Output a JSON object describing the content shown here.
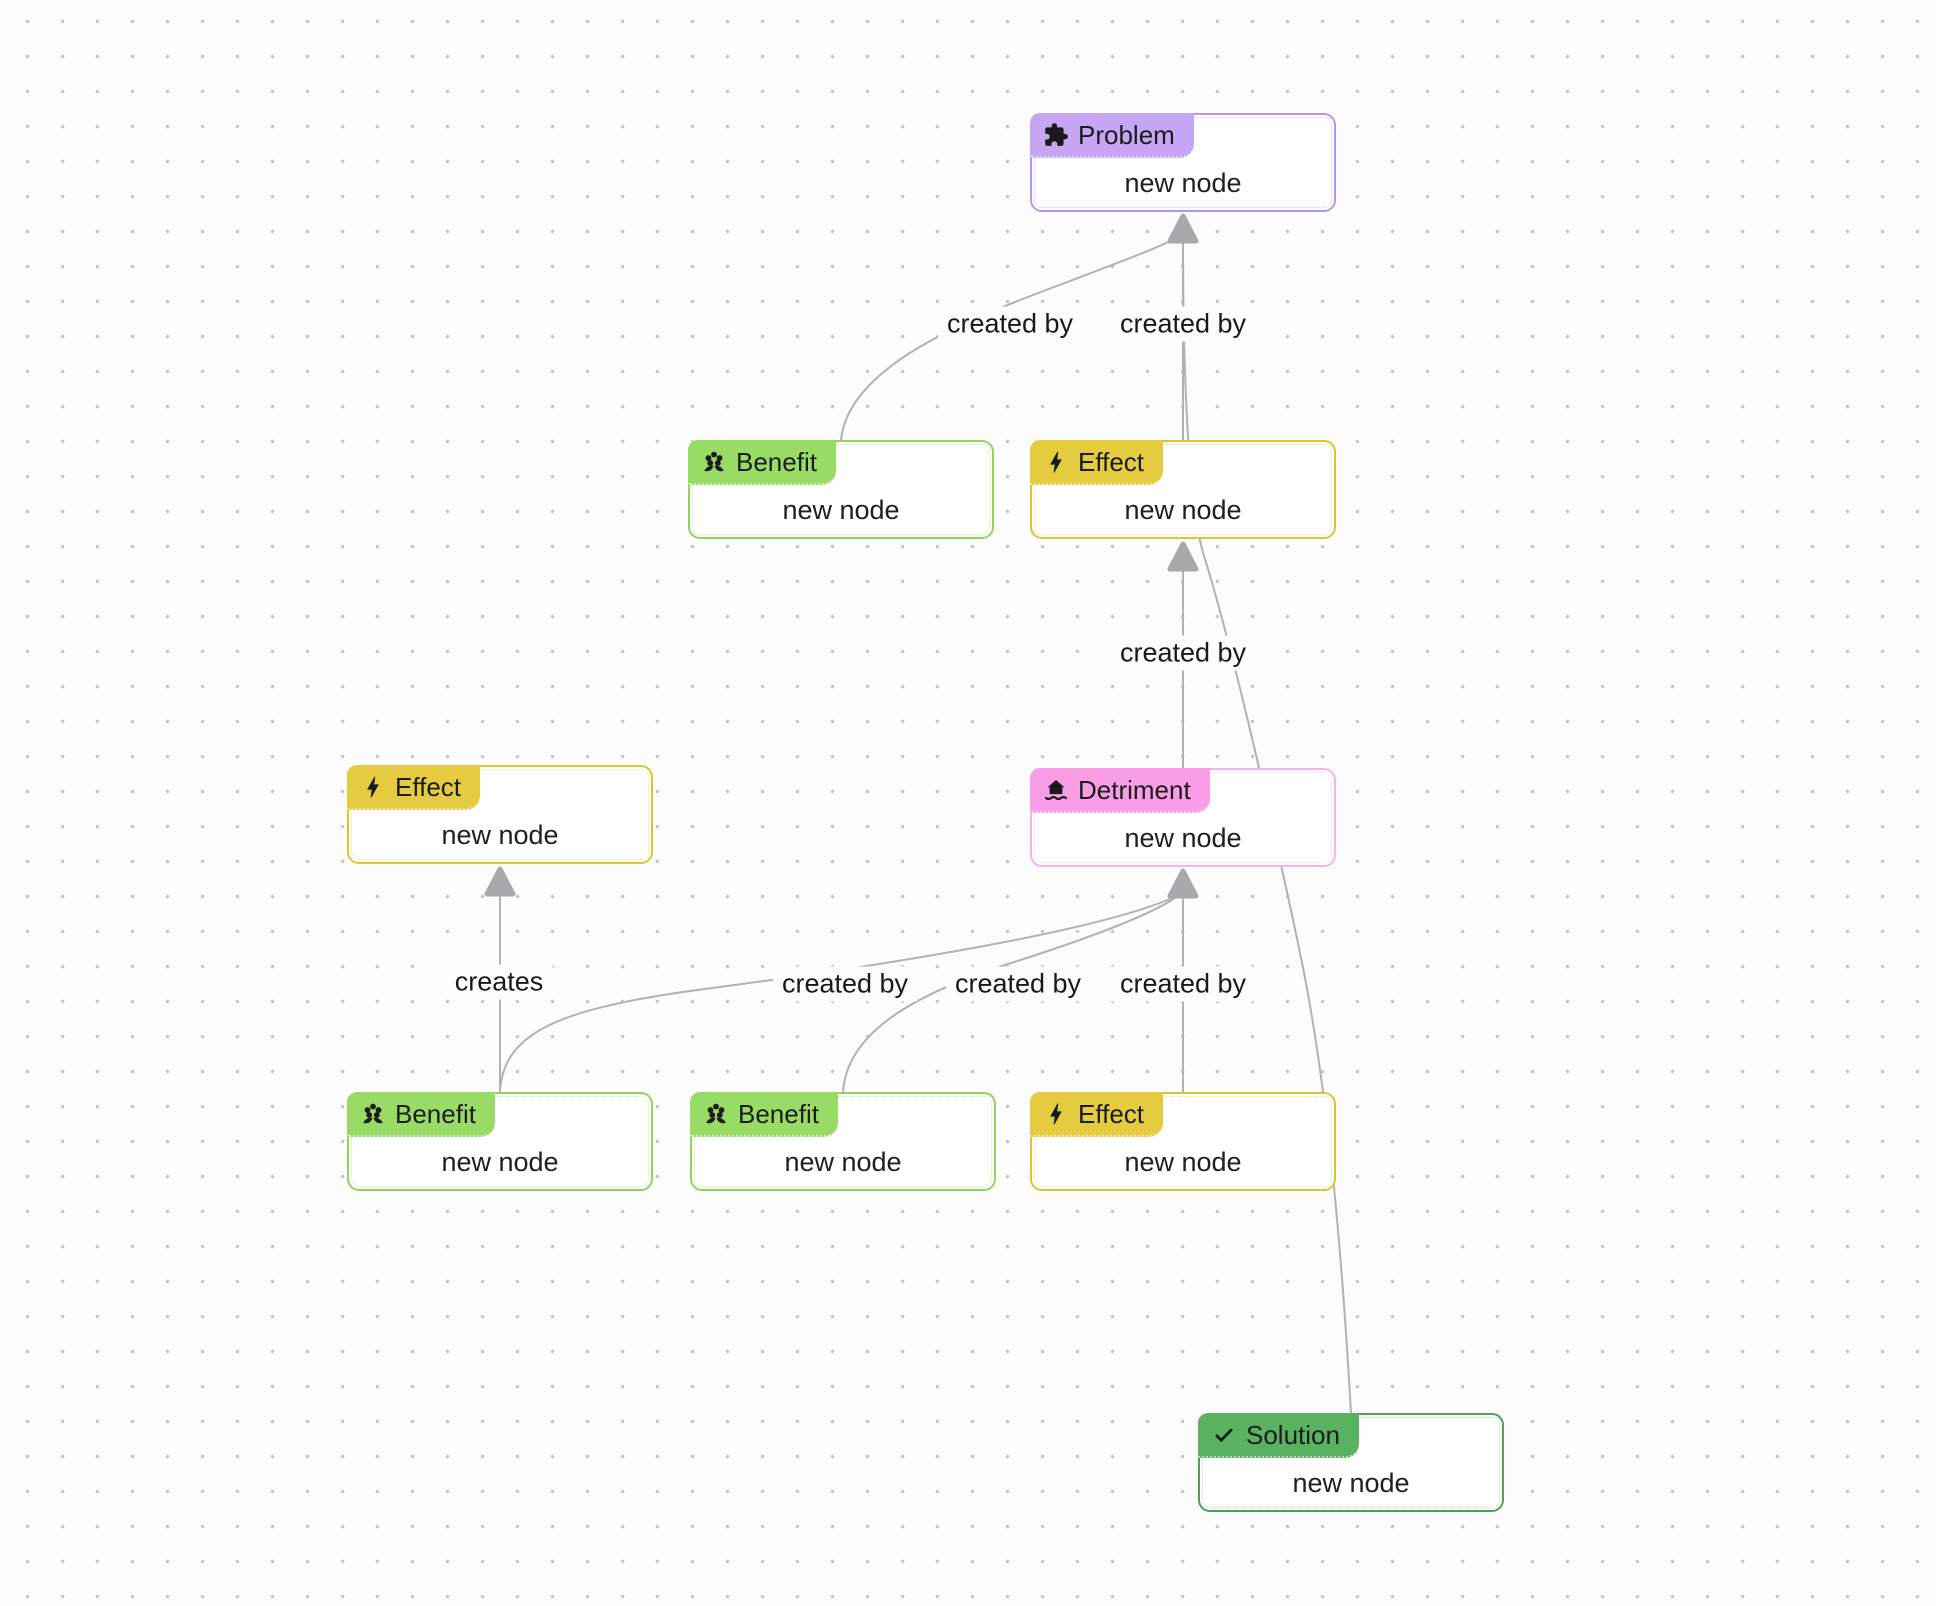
{
  "canvas": {
    "background_color": "#fcfcfd",
    "grid_dot_color": "#c7c7ca",
    "edge_color": "#b2b2b5",
    "arrow_color": "#a9a9ac"
  },
  "node_types": {
    "problem": {
      "label": "Problem",
      "icon": "puzzle-icon",
      "border_color": "#b993f2",
      "badge_color": "#c6a6f4"
    },
    "benefit": {
      "label": "Benefit",
      "icon": "flower-icon",
      "border_color": "#8fd55d",
      "badge_color": "#98dc66"
    },
    "effect": {
      "label": "Effect",
      "icon": "lightning-bolt-icon",
      "border_color": "#dfc52c",
      "badge_color": "#e4cb3f"
    },
    "detriment": {
      "label": "Detriment",
      "icon": "flood-icon",
      "border_color": "#f8b2eb",
      "badge_color": "#f89de6"
    },
    "solution": {
      "label": "Solution",
      "icon": "checkmark-icon",
      "border_color": "#4ca152",
      "badge_color": "#59b260"
    }
  },
  "nodes": [
    {
      "id": "problem-1",
      "type_label": "Problem",
      "title": "new node"
    },
    {
      "id": "benefit-1",
      "type_label": "Benefit",
      "title": "new node"
    },
    {
      "id": "effect-1",
      "type_label": "Effect",
      "title": "new node"
    },
    {
      "id": "effect-2",
      "type_label": "Effect",
      "title": "new node"
    },
    {
      "id": "detriment-1",
      "type_label": "Detriment",
      "title": "new node"
    },
    {
      "id": "benefit-2",
      "type_label": "Benefit",
      "title": "new node"
    },
    {
      "id": "benefit-3",
      "type_label": "Benefit",
      "title": "new node"
    },
    {
      "id": "effect-3",
      "type_label": "Effect",
      "title": "new node"
    },
    {
      "id": "solution-1",
      "type_label": "Solution",
      "title": "new node"
    }
  ],
  "edges": [
    {
      "label": "created by",
      "from": "benefit-1",
      "to": "problem-1"
    },
    {
      "label": "created by",
      "from": "effect-1",
      "to": "problem-1"
    },
    {
      "label": "created by",
      "from": "detriment-1",
      "to": "effect-1"
    },
    {
      "label": "creates",
      "from": "benefit-2",
      "to": "effect-2"
    },
    {
      "label": "created by",
      "from": "benefit-2",
      "to": "detriment-1"
    },
    {
      "label": "created by",
      "from": "benefit-3",
      "to": "detriment-1"
    },
    {
      "label": "created by",
      "from": "effect-3",
      "to": "detriment-1"
    },
    {
      "label": "",
      "from": "solution-1",
      "to": "problem-1"
    }
  ]
}
